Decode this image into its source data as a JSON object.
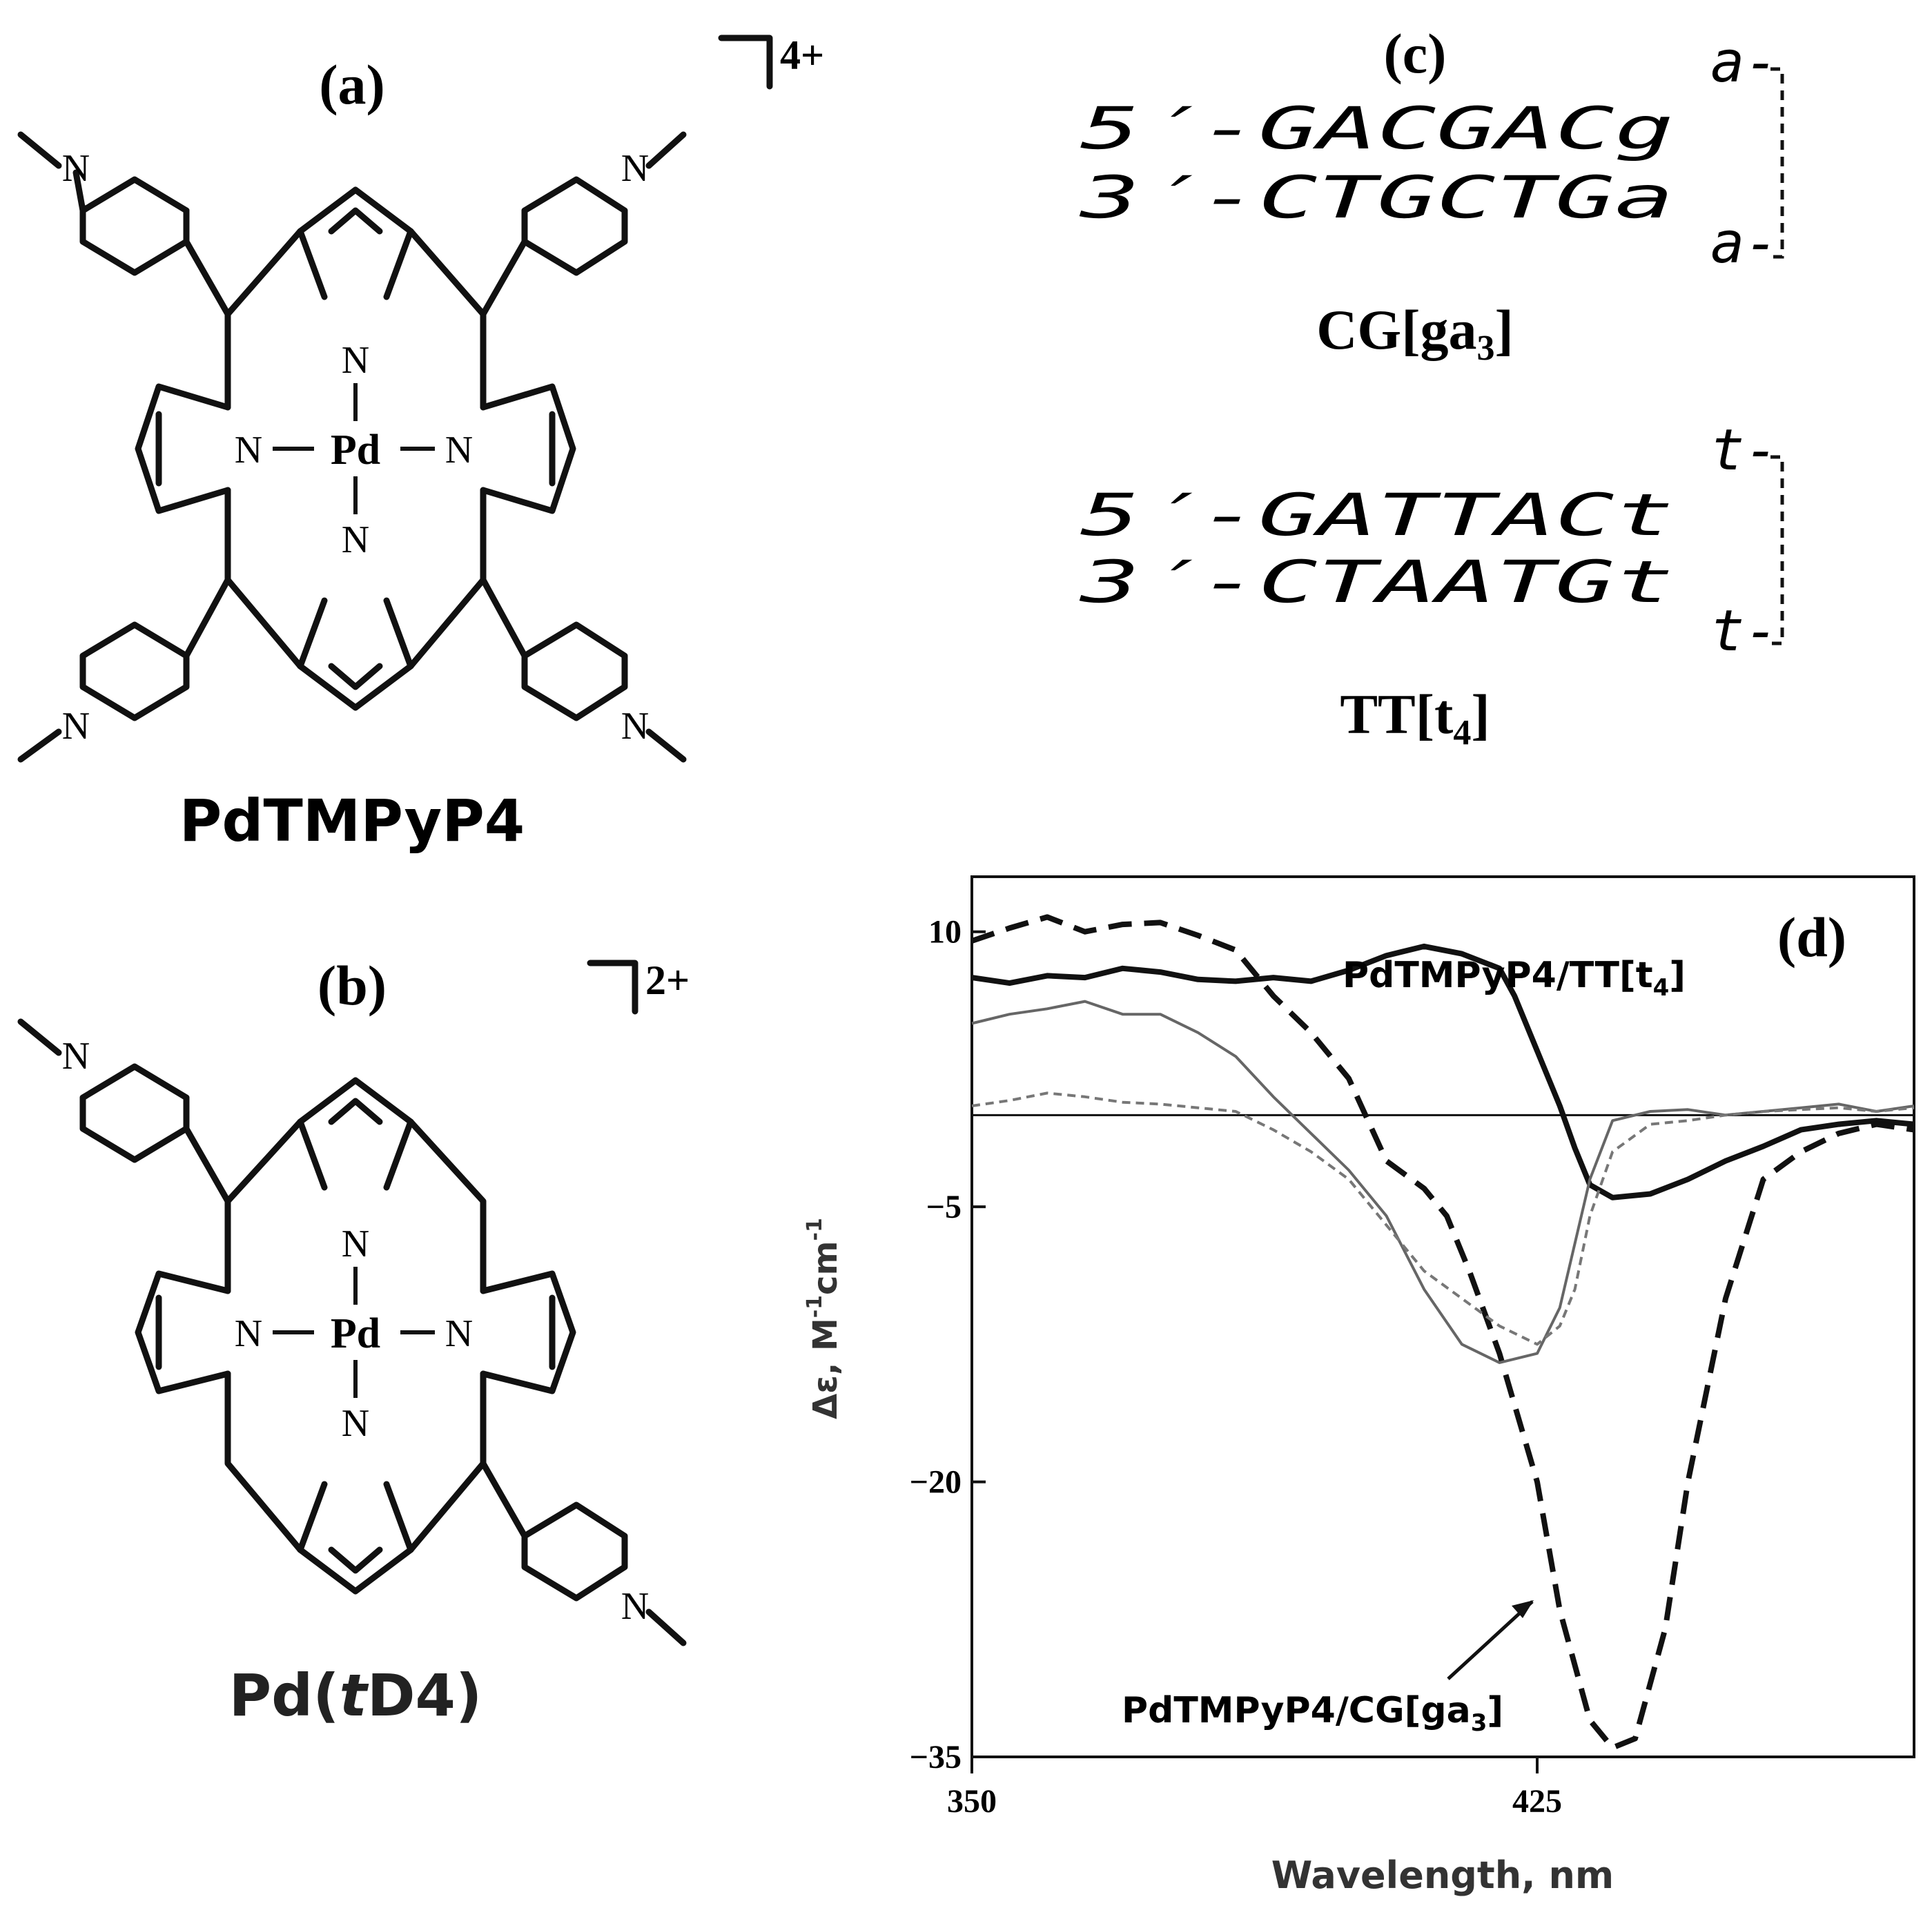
{
  "panel_a": {
    "label": "(a)",
    "charge": "4+",
    "name": "PdTMPyP4",
    "metal": "Pd",
    "atom_N": "N"
  },
  "panel_b": {
    "label": "(b)",
    "charge": "2+",
    "name_prefix": "Pd(",
    "name_italic": "t",
    "name_suffix": "D4)",
    "metal": "Pd",
    "atom_N": "N"
  },
  "panel_c": {
    "label": "(c)",
    "hairpins": [
      {
        "top_strand": "5′-GACGACg",
        "bottom_strand": "3′-CTGCTGa",
        "loop_top": "a-",
        "loop_bottom": "a-",
        "name_main": "CG[ga",
        "name_sub": "3",
        "name_end": "]"
      },
      {
        "top_strand": "5′-GATTACt",
        "bottom_strand": "3′-CTAATGt",
        "loop_top": "t-",
        "loop_bottom": "t-",
        "name_main": "TT[t",
        "name_sub": "4",
        "name_end": "]"
      }
    ]
  },
  "chart_data": {
    "type": "line",
    "panel_label": "(d)",
    "xlabel": "Wavelength, nm",
    "ylabel_main": "Δε, M",
    "ylabel_sup1": "-1",
    "ylabel_mid": "cm",
    "ylabel_sup2": "-1",
    "xlim": [
      350,
      475
    ],
    "ylim": [
      -35,
      13
    ],
    "x_ticks": [
      350,
      425
    ],
    "y_ticks": [
      10,
      -5,
      -20,
      -35
    ],
    "zero_line": 0,
    "annotations": [
      {
        "text_main": "PdTMPyP4/TT[t",
        "text_sub": "4",
        "text_end": "]"
      },
      {
        "text_main": "PdTMPyP4/CG[ga",
        "text_sub": "3",
        "text_end": "]"
      }
    ],
    "series": [
      {
        "name": "PdTMPyP4/TT[t4]",
        "style": "solid-thick",
        "x": [
          350,
          355,
          360,
          365,
          370,
          375,
          380,
          385,
          390,
          395,
          400,
          405,
          410,
          415,
          420,
          422,
          425,
          428,
          430,
          432,
          435,
          440,
          445,
          450,
          455,
          460,
          465,
          470,
          475
        ],
        "y": [
          7.5,
          7.2,
          7.6,
          7.5,
          8.0,
          7.8,
          7.4,
          7.3,
          7.5,
          7.3,
          7.9,
          8.7,
          9.2,
          8.8,
          8.0,
          6.5,
          3.5,
          0.5,
          -1.8,
          -3.8,
          -4.5,
          -4.3,
          -3.5,
          -2.5,
          -1.7,
          -0.8,
          -0.5,
          -0.3,
          -0.5
        ]
      },
      {
        "name": "PdTMPyP4/CG[ga3]",
        "style": "dashed-thick",
        "x": [
          350,
          355,
          360,
          365,
          370,
          375,
          380,
          385,
          390,
          395,
          400,
          405,
          410,
          413,
          416,
          420,
          425,
          428,
          432,
          435,
          438,
          442,
          445,
          450,
          455,
          460,
          465,
          470,
          475
        ],
        "y": [
          9.5,
          10.2,
          10.8,
          10.0,
          10.4,
          10.5,
          9.8,
          9.0,
          6.5,
          4.5,
          2.0,
          -2.5,
          -4.0,
          -5.5,
          -8.5,
          -13.0,
          -20.0,
          -27.0,
          -33.0,
          -34.5,
          -34.0,
          -28.0,
          -20.0,
          -10.0,
          -3.5,
          -2.0,
          -1.0,
          -0.5,
          -0.8
        ]
      },
      {
        "name": "thin gray solid",
        "style": "solid-thin-gray",
        "x": [
          350,
          355,
          360,
          365,
          370,
          375,
          380,
          385,
          390,
          395,
          400,
          405,
          410,
          415,
          420,
          425,
          428,
          430,
          432,
          435,
          440,
          445,
          450,
          455,
          460,
          465,
          470,
          475
        ],
        "y": [
          5.0,
          5.5,
          5.8,
          6.2,
          5.5,
          5.5,
          4.5,
          3.2,
          1.0,
          -1.0,
          -3.0,
          -5.5,
          -9.5,
          -12.5,
          -13.5,
          -13.0,
          -10.5,
          -7.0,
          -3.5,
          -0.3,
          0.2,
          0.3,
          0.0,
          0.2,
          0.4,
          0.6,
          0.2,
          0.5
        ]
      },
      {
        "name": "thin gray dashed",
        "style": "dashed-thin-gray",
        "x": [
          350,
          355,
          360,
          365,
          370,
          375,
          380,
          385,
          390,
          395,
          400,
          405,
          410,
          415,
          420,
          425,
          428,
          430,
          432,
          435,
          440,
          445,
          450,
          455,
          460,
          465,
          470,
          475
        ],
        "y": [
          0.5,
          0.8,
          1.2,
          1.0,
          0.7,
          0.6,
          0.4,
          0.2,
          -0.8,
          -2.0,
          -3.5,
          -6.0,
          -8.5,
          -10.0,
          -11.5,
          -12.5,
          -11.5,
          -9.5,
          -5.5,
          -2.0,
          -0.5,
          -0.3,
          0.0,
          0.2,
          0.3,
          0.4,
          0.2,
          0.4
        ]
      }
    ]
  }
}
